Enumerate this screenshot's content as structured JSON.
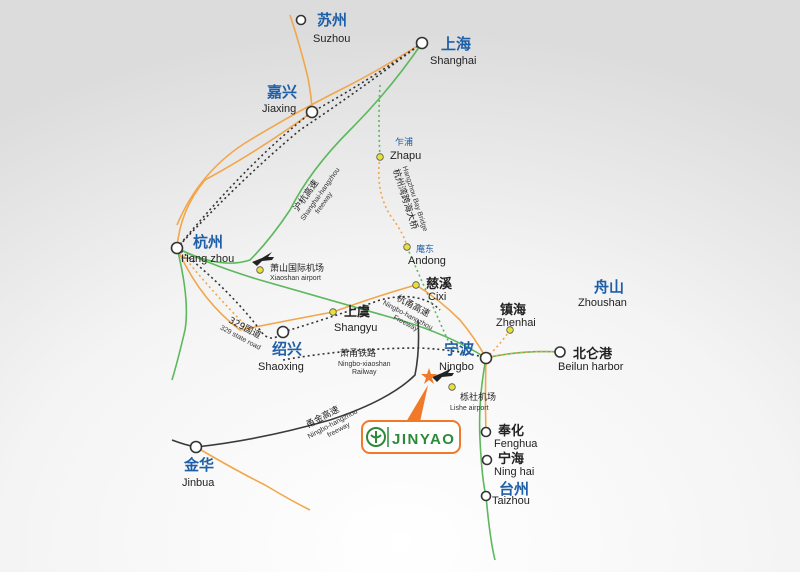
{
  "cities": {
    "suzhou": {
      "cn": "苏州",
      "en": "Suzhou"
    },
    "shanghai": {
      "cn": "上海",
      "en": "Shanghai"
    },
    "jiaxing": {
      "cn": "嘉兴",
      "en": "Jiaxing"
    },
    "hangzhou": {
      "cn": "杭州",
      "en": "Hang zhou"
    },
    "shaoxing": {
      "cn": "绍兴",
      "en": "Shaoxing"
    },
    "ningbo": {
      "cn": "宁波",
      "en": "Ningbo"
    },
    "jinhua": {
      "cn": "金华",
      "en": "Jinbua"
    },
    "taizhou": {
      "cn": "台州",
      "en": "Taizhou"
    },
    "zhoushan": {
      "cn": "舟山",
      "en": "Zhoushan"
    }
  },
  "towns": {
    "zhapu": {
      "cn": "乍浦",
      "en": "Zhapu"
    },
    "andong": {
      "cn": "庵东",
      "en": "Andong"
    },
    "cixi": {
      "cn": "慈溪",
      "en": "Cixi"
    },
    "shangyu": {
      "cn": "上虞",
      "en": "Shangyu"
    },
    "zhenhai": {
      "cn": "镇海",
      "en": "Zhenhai"
    },
    "beilun": {
      "cn": "北仑港",
      "en": "Beilun harbor"
    },
    "fenghua": {
      "cn": "奉化",
      "en": "Fenghua"
    },
    "ninghai": {
      "cn": "宁海",
      "en": "Ning hai"
    }
  },
  "airports": {
    "xiaoshan": {
      "cn": "萧山国际机场",
      "en": "Xiaoshan airport"
    },
    "lishe": {
      "cn": "栎社机场",
      "en": "Lishe airport"
    }
  },
  "roads": {
    "hu_hang": {
      "cn": "沪杭高速",
      "en1": "Shanghai-hangzhou",
      "en2": "freeway"
    },
    "bay_bridge": {
      "cn": "杭州湾跨海大桥",
      "en": "Hangzhou Bay Bridge"
    },
    "hang_yong": {
      "cn": "杭甬高速",
      "en1": "Ningbo-hangzhou",
      "en2": "Freeway"
    },
    "road_329": {
      "cn": "329国道",
      "en": "329 state road"
    },
    "xiao_yong": {
      "cn": "萧甬铁路",
      "en1": "Ningbo-xiaoshan",
      "en2": "Railway"
    },
    "yong_jin": {
      "cn": "甬金高速",
      "en1": "Ningbo-hangzhou",
      "en2": "freeway"
    }
  },
  "company": {
    "name": "JINYAO"
  },
  "colors": {
    "accent_blue": "#1f5fa8",
    "road_orange": "#f2a649",
    "road_green": "#5bb85c",
    "star_orange": "#f07a2a",
    "logo_green": "#2d8a3a"
  }
}
